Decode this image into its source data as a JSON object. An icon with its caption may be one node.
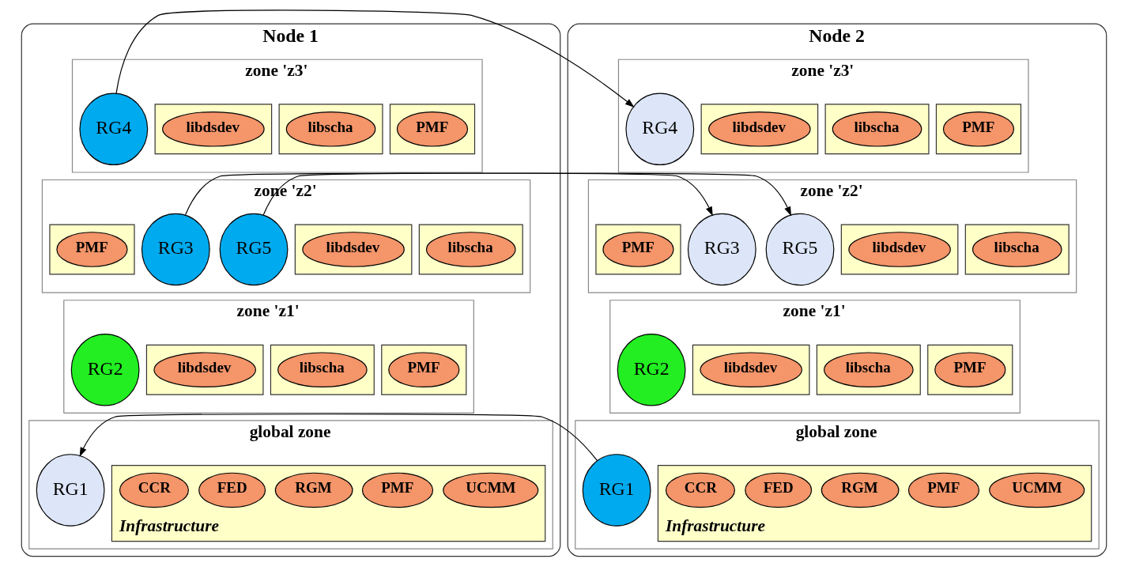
{
  "diagram": {
    "nodes": [
      {
        "text": [
          "Node 1"
        ]
      },
      {
        "text": [
          "zone 'z3'"
        ],
        "in": 0
      },
      {
        "text": [],
        "shape": "box",
        "in": 1
      },
      {
        "text": [
          "PMF"
        ],
        "in": 2
      },
      {
        "text": [],
        "shape": "box",
        "in": 1
      },
      {
        "text": [
          "libscha"
        ],
        "in": 4
      },
      {
        "text": [],
        "shape": "box",
        "in": 1
      },
      {
        "text": [
          "libdsdev"
        ],
        "in": 6
      },
      {
        "text": [
          "RG4"
        ],
        "in": 1
      },
      {
        "text": [
          "zone 'z2'"
        ],
        "in": 0
      },
      {
        "text": [],
        "shape": "box",
        "in": 9
      },
      {
        "text": [
          "PMF"
        ],
        "in": 10
      },
      {
        "text": [],
        "shape": "box",
        "in": 9
      },
      {
        "text": [
          "libscha"
        ],
        "in": 12
      },
      {
        "text": [],
        "shape": "box",
        "in": 9
      },
      {
        "text": [
          "libdsdev"
        ],
        "in": 14
      },
      {
        "text": [
          "RG5"
        ],
        "in": 9
      },
      {
        "text": [
          "RG3"
        ],
        "in": 9
      },
      {
        "text": [
          "zone 'z1'"
        ],
        "in": 0
      },
      {
        "text": [],
        "shape": "box",
        "in": 18
      },
      {
        "text": [
          "PMF"
        ],
        "in": 19
      },
      {
        "text": [],
        "shape": "box",
        "in": 18
      },
      {
        "text": [
          "libscha"
        ],
        "in": 21
      },
      {
        "text": [],
        "shape": "box",
        "in": 18
      },
      {
        "text": [
          "libdsdev"
        ],
        "in": 23
      },
      {
        "text": [
          "RG2"
        ],
        "in": 18
      },
      {
        "text": [
          "global zone"
        ],
        "in": 0
      },
      {
        "text": [
          "Infrastructure"
        ],
        "in": 26
      },
      {
        "text": [
          "RGM"
        ],
        "in": 27
      },
      {
        "text": [
          "FED"
        ],
        "in": 27
      },
      {
        "text": [
          "CCR"
        ],
        "in": 27
      },
      {
        "text": [
          "UCMM"
        ],
        "in": 27
      },
      {
        "text": [
          "PMF"
        ],
        "in": 27
      },
      {
        "text": [
          "RG1"
        ],
        "in": 26
      },
      {
        "text": [
          "Node 2"
        ]
      },
      {
        "text": [
          "zone 'z3'"
        ],
        "in": 34
      },
      {
        "text": [],
        "shape": "box",
        "in": 35
      },
      {
        "text": [
          "PMF"
        ],
        "in": 36
      },
      {
        "text": [],
        "shape": "box",
        "in": 35
      },
      {
        "text": [
          "libscha"
        ],
        "in": 38
      },
      {
        "text": [],
        "shape": "box",
        "in": 35
      },
      {
        "text": [
          "libdsdev"
        ],
        "in": 40
      },
      {
        "text": [
          "RG4"
        ],
        "in": 35
      },
      {
        "text": [
          "zone 'z2'"
        ],
        "in": 34
      },
      {
        "text": [],
        "shape": "box",
        "in": 43
      },
      {
        "text": [
          "PMF"
        ],
        "in": 44
      },
      {
        "text": [],
        "shape": "box",
        "in": 43
      },
      {
        "text": [
          "libscha"
        ],
        "in": 46
      },
      {
        "text": [],
        "shape": "box",
        "in": 43
      },
      {
        "text": [
          "libdsdev"
        ],
        "in": 48
      },
      {
        "text": [
          "RG5"
        ],
        "in": 43
      },
      {
        "text": [
          "RG3"
        ],
        "in": 43
      },
      {
        "text": [
          "zone 'z1'"
        ],
        "in": 34
      },
      {
        "text": [],
        "shape": "box",
        "in": 52
      },
      {
        "text": [
          "PMF"
        ],
        "in": 53
      },
      {
        "text": [],
        "shape": "box",
        "in": 52
      },
      {
        "text": [
          "libscha"
        ],
        "in": 55
      },
      {
        "text": [],
        "shape": "box",
        "in": 52
      },
      {
        "text": [
          "libdsdev"
        ],
        "in": 57
      },
      {
        "text": [
          "RG2"
        ],
        "in": 52
      },
      {
        "text": [
          "global zone"
        ],
        "in": 34
      },
      {
        "text": [
          "Infrastructure"
        ],
        "in": 60
      },
      {
        "text": [
          "RGM"
        ],
        "in": 61
      },
      {
        "text": [
          "FED"
        ],
        "in": 61
      },
      {
        "text": [
          "CCR"
        ],
        "in": 61
      },
      {
        "text": [
          "UCMM"
        ],
        "in": 61
      },
      {
        "text": [
          "PMF"
        ],
        "in": 61
      },
      {
        "text": [
          "RG1"
        ],
        "in": 60
      }
    ],
    "edges": [
      {
        "from": 8,
        "to": 42,
        "arrow": "to"
      },
      {
        "from": 16,
        "to": 50,
        "arrow": "to"
      },
      {
        "from": 17,
        "to": 51,
        "arrow": "to"
      },
      {
        "from": 67,
        "to": 33,
        "arrow": "to"
      }
    ]
  }
}
